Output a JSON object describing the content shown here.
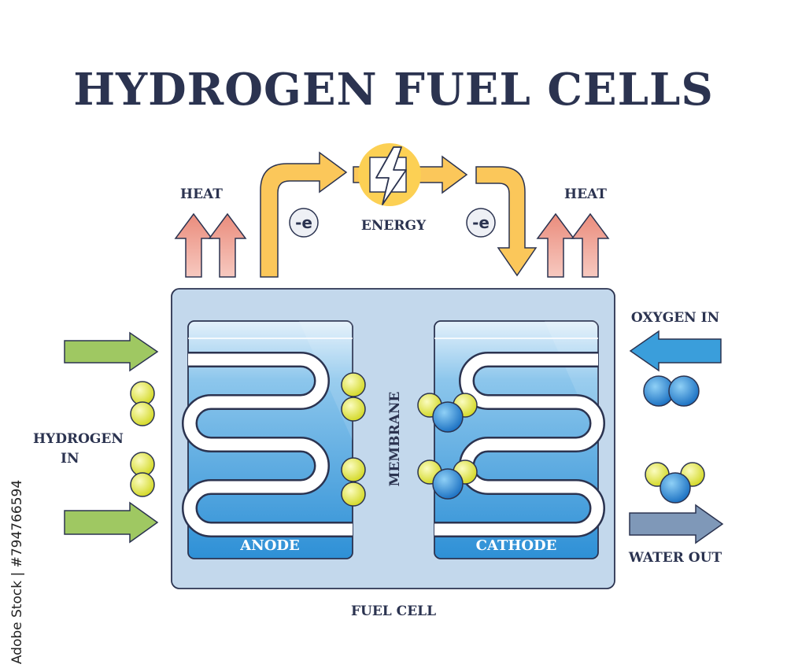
{
  "title": "HYDROGEN FUEL CELLS",
  "labels": {
    "heat_left": "HEAT",
    "heat_right": "HEAT",
    "energy": "ENERGY",
    "electron_left": "-e",
    "electron_right": "-e",
    "oxygen_in": "OXYGEN IN",
    "hydrogen_in_line1": "HYDROGEN",
    "hydrogen_in_line2": "IN",
    "membrane": "MEMBRANE",
    "anode": "ANODE",
    "cathode": "CATHODE",
    "water_out": "WATER OUT",
    "fuel_cell": "FUEL CELL"
  },
  "stock_id": "Adobe Stock | #794766594",
  "icons": {
    "energy": "lightning-bolt-icon"
  },
  "colors": {
    "title": "#2b3350",
    "heat_arrow": "#ec9a8c",
    "electron_arrow": "#fbc75a",
    "energy_circle": "#fcd054",
    "hydrogen_arrow": "#9fc862",
    "oxygen_arrow": "#3a9edb",
    "water_arrow": "#7f98b8",
    "fuel_cell_body": "#c3d8ec",
    "electrode_blue": "#3a9ad8",
    "hydrogen_atom": "#e6ea4a",
    "oxygen_atom": "#2e86d0"
  }
}
